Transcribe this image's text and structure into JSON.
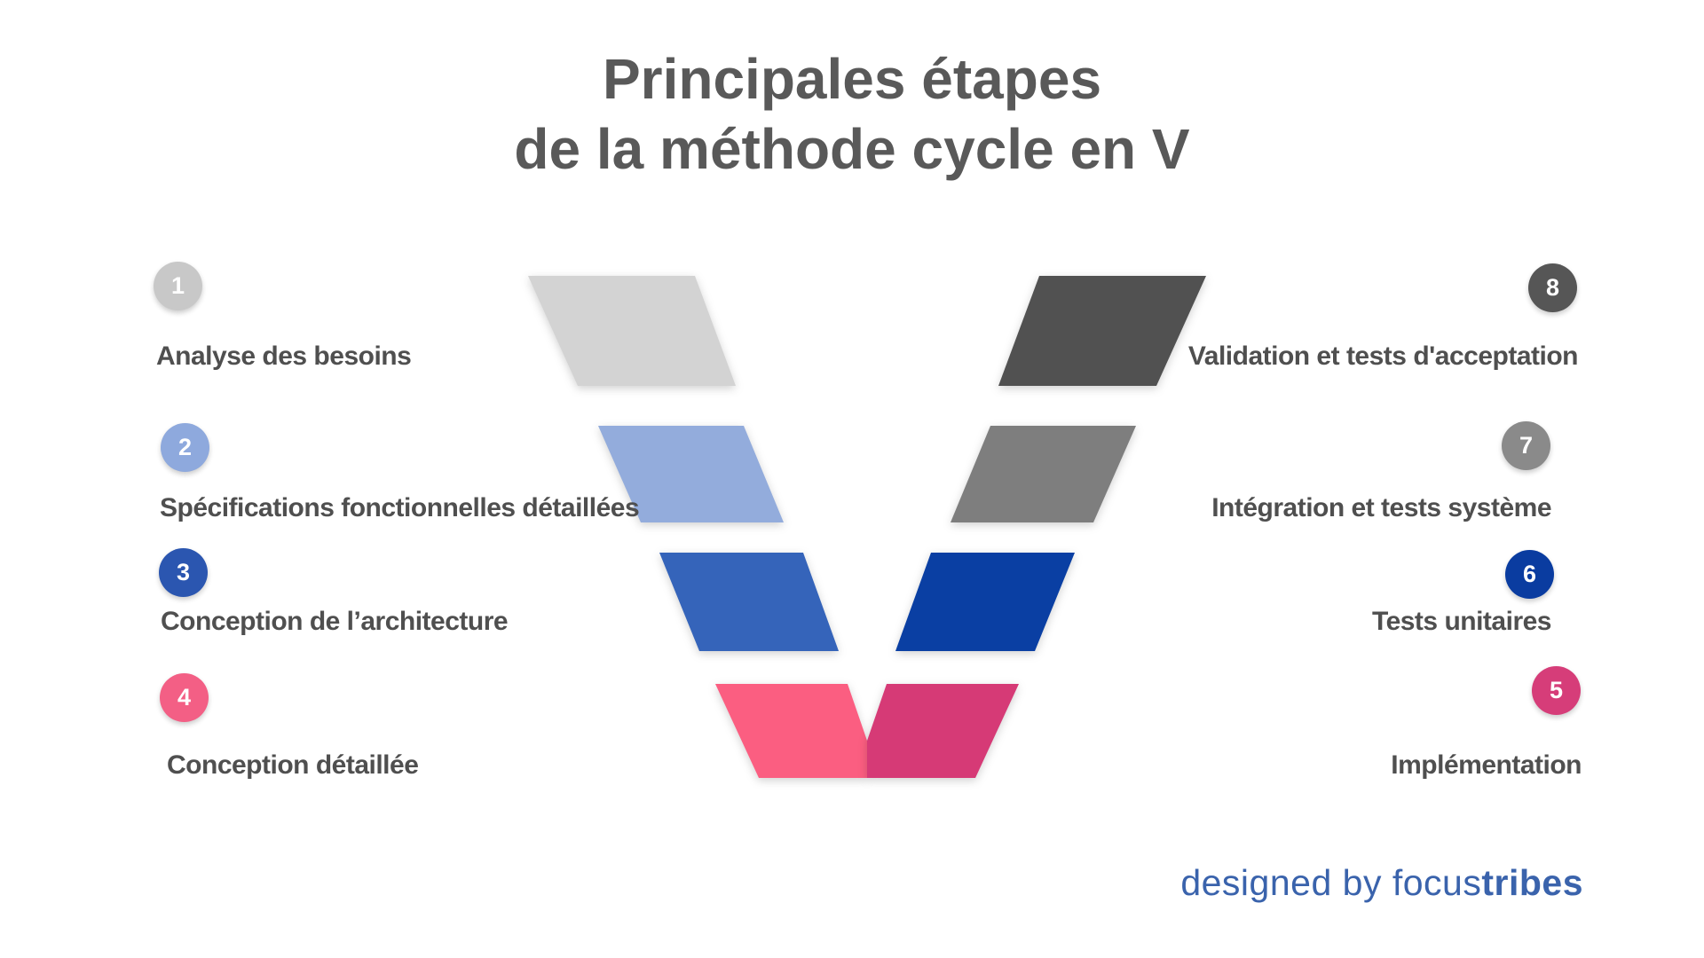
{
  "title": {
    "line1": "Principales étapes",
    "line2": "de la méthode cycle en V"
  },
  "steps": {
    "left": [
      {
        "number": "1",
        "label": "Analyse des besoins",
        "circle_color": "#c8c8c8"
      },
      {
        "number": "2",
        "label": "Spécifications fonctionnelles détaillées",
        "circle_color": "#8ea9dd"
      },
      {
        "number": "3",
        "label": "Conception de l’architecture",
        "circle_color": "#2b56b0"
      },
      {
        "number": "4",
        "label": "Conception détaillée",
        "circle_color": "#f35f85"
      }
    ],
    "right": [
      {
        "number": "8",
        "label": "Validation et tests d'acceptation",
        "circle_color": "#565656"
      },
      {
        "number": "7",
        "label": "Intégration et tests système",
        "circle_color": "#8a8a8a"
      },
      {
        "number": "6",
        "label": "Tests unitaires",
        "circle_color": "#0a3ca0"
      },
      {
        "number": "5",
        "label": "Implémentation",
        "circle_color": "#d63d79"
      }
    ]
  },
  "v_shape": {
    "left_colors": [
      "#d3d3d3",
      "#93acdc",
      "#3564ba",
      "#fb5e81"
    ],
    "right_colors": [
      "#515151",
      "#7e7e7e",
      "#0a3fa3",
      "#d63a76"
    ]
  },
  "footer": {
    "prefix": "designed by ",
    "brand_regular": "focus",
    "brand_bold": "tribes",
    "color": "#3a63ac"
  }
}
